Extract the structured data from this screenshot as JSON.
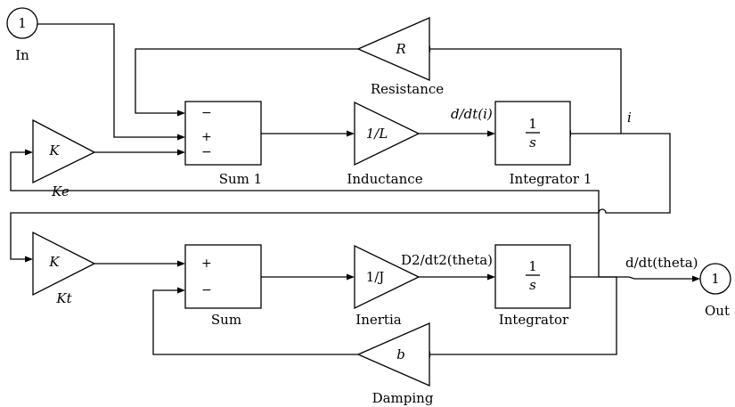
{
  "ports": {
    "in": {
      "number": "1",
      "label": "In"
    },
    "out": {
      "number": "1",
      "label": "Out"
    }
  },
  "blocks": {
    "resistance": {
      "symbol": "R",
      "label": "Resistance"
    },
    "sum1": {
      "label": "Sum 1",
      "signs": [
        "−",
        "+",
        "−"
      ]
    },
    "inductance": {
      "symbol": "1/L",
      "label": "Inductance"
    },
    "integrator1": {
      "numerator": "1",
      "denominator": "s",
      "label": "Integrator 1"
    },
    "ke": {
      "symbol": "K",
      "label": "Ke"
    },
    "kt": {
      "symbol": "K",
      "label": "Kt"
    },
    "sum": {
      "label": "Sum",
      "signs": [
        "+",
        "−"
      ]
    },
    "inertia": {
      "symbol": "1/J",
      "label": "Inertia"
    },
    "integrator": {
      "numerator": "1",
      "denominator": "s",
      "label": "Integrator"
    },
    "damping": {
      "symbol": "b",
      "label": "Damping"
    }
  },
  "signals": {
    "di_dt": "d/dt(i)",
    "current": "i",
    "d2theta": "D2/dt2(theta)",
    "dtheta": "d/dt(theta)"
  }
}
